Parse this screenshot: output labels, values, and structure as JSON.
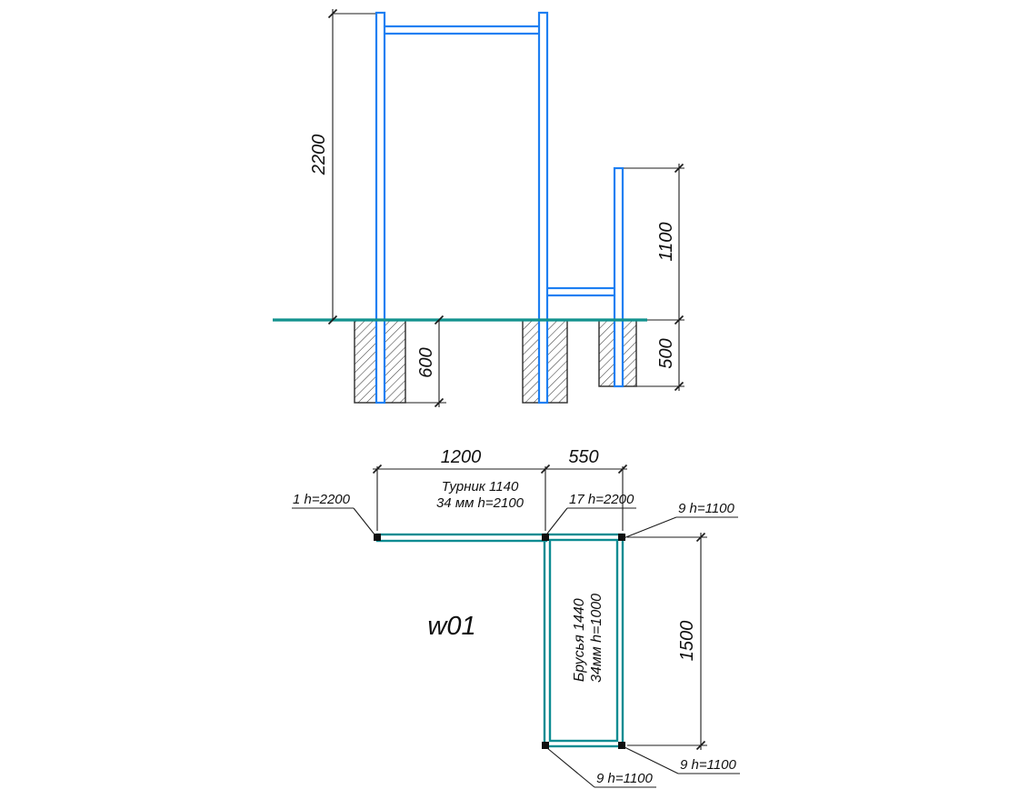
{
  "drawing_code": "w01",
  "colors": {
    "structure_blue": "#1d7ff2",
    "ground_teal": "#12928e",
    "plan_teal": "#0d8c92",
    "line_black": "#1c1c1c"
  },
  "elevation": {
    "dim_main_height": "2200",
    "dim_low_height": "1100",
    "dim_footing_deep": "600",
    "dim_footing_shallow": "500"
  },
  "plan": {
    "dim_turnik_span": "1200",
    "dim_brusya_span": "550",
    "dim_brusya_length": "1500",
    "turnik_label_line1": "Турник 1140",
    "turnik_label_line2": "34 мм  h=2100",
    "brusya_label_line1": "Брусья 1440",
    "brusya_label_line2": "34мм  h=1000",
    "post_labels": {
      "left": "1  h=2200",
      "middle": "17  h=2200",
      "top_right": "9  h=1100",
      "bottom_right": "9  h=1100",
      "bottom_left": "9  h=1100"
    }
  }
}
